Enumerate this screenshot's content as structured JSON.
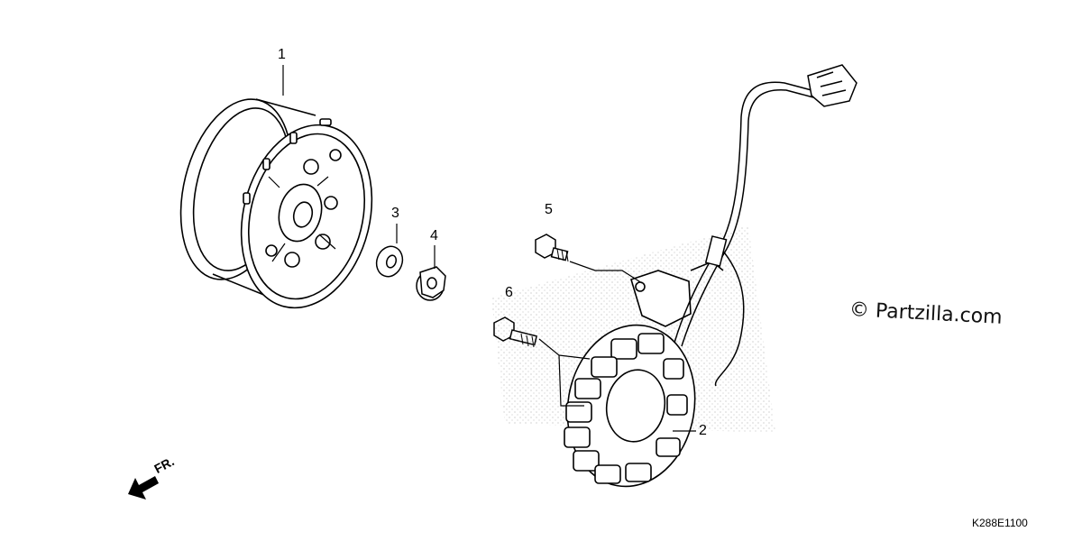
{
  "callouts": [
    {
      "id": "1",
      "text": "1"
    },
    {
      "id": "2",
      "text": "2"
    },
    {
      "id": "3",
      "text": "3"
    },
    {
      "id": "4",
      "text": "4"
    },
    {
      "id": "5",
      "text": "5"
    },
    {
      "id": "6",
      "text": "6"
    }
  ],
  "front_indicator": {
    "label": "FR."
  },
  "watermark": {
    "text": "© Partzilla.com"
  },
  "diagram_code": "K288E1100"
}
